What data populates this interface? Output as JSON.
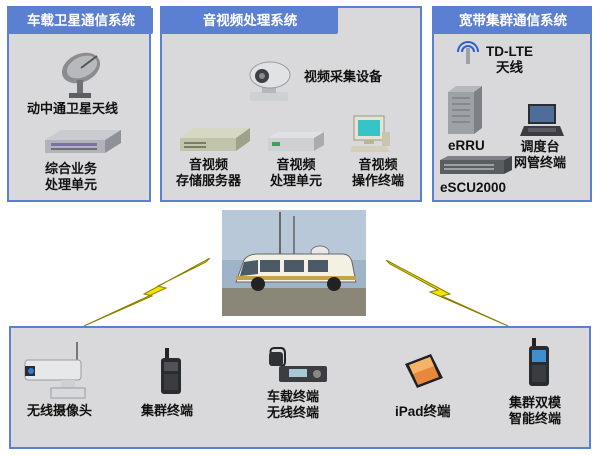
{
  "panels": {
    "satellite": {
      "title": "车载卫星通信系统",
      "items": {
        "antenna": [
          "动中通卫星天线"
        ],
        "service_unit": [
          "综合业务",
          "处理单元"
        ]
      }
    },
    "av": {
      "title": "音视频处理系统",
      "items": {
        "capture": [
          "视频采集设备"
        ],
        "storage": [
          "音视频",
          "存储服务器"
        ],
        "processing": [
          "音视频",
          "处理单元"
        ],
        "operation": [
          "音视频",
          "操作终端"
        ]
      }
    },
    "broadband": {
      "title": "宽带集群通信系统",
      "items": {
        "tdlte": [
          "TD-LTE",
          "天线"
        ],
        "errru": [
          "eRRU"
        ],
        "dispatch": [
          "调度台",
          "网管终端"
        ],
        "escu": [
          "eSCU2000"
        ]
      }
    },
    "terminals": {
      "items": {
        "camera": [
          "无线摄像头"
        ],
        "cluster": [
          "集群终端"
        ],
        "vehicle": [
          "车载终端",
          "无线终端"
        ],
        "ipad": [
          "iPad终端"
        ],
        "dual": [
          "集群双模",
          "智能终端"
        ]
      }
    }
  },
  "colors": {
    "panel_border": "#5b7fd1",
    "panel_fill": "#d9d9db",
    "lightning": "#f2e500"
  }
}
